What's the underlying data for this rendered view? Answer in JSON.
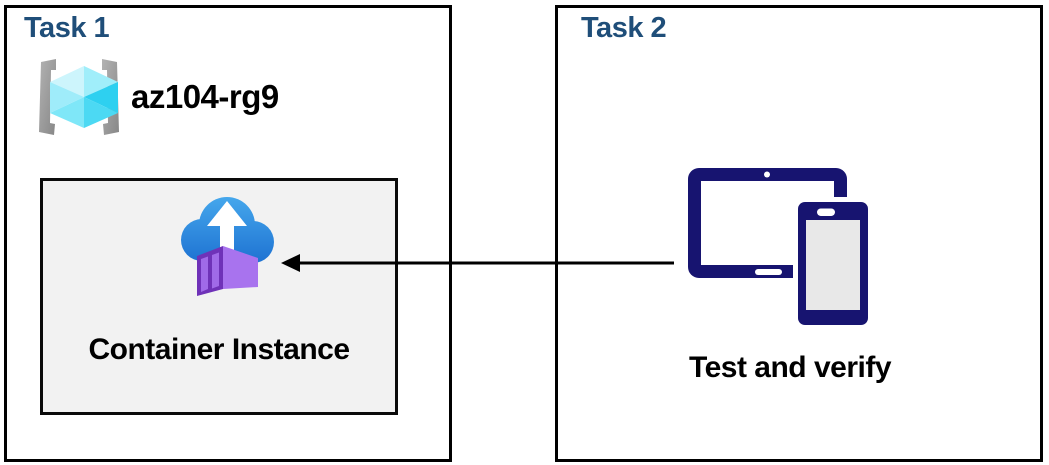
{
  "diagram": {
    "type": "azure-task-diagram",
    "background": "#ffffff",
    "colors": {
      "task_title": "#1F4E79",
      "box_border": "#000000",
      "inner_box_fill": "#F2F2F2",
      "device_navy": "#171470",
      "arrow": "#000000",
      "body_text": "#000000",
      "resource_group_cyan": "#50e6ff",
      "bracket_gray": "#9d9d9d",
      "cloud_blue": "#2e86dd",
      "container_purple": "#a16ff0"
    },
    "task1": {
      "title": "Task 1",
      "resource_group": {
        "name": "az104-rg9",
        "icon": "resource-group-icon"
      },
      "container_box": {
        "label": "Container Instance",
        "icon": "container-instance-icon"
      }
    },
    "task2": {
      "title": "Task 2",
      "icon": "devices-icon",
      "label": "Test and verify"
    },
    "arrow": {
      "from": "devices-icon",
      "to": "container-instance-box",
      "direction": "right-to-left"
    }
  }
}
